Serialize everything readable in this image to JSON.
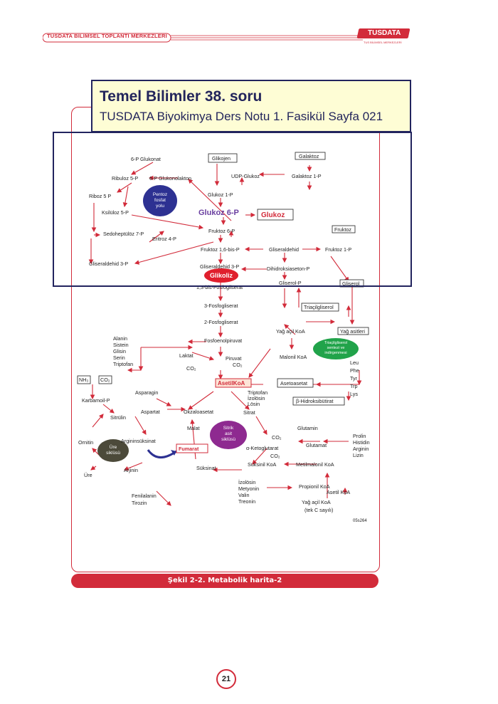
{
  "header": {
    "title": "TUSDATA BİLİMSEL TOPLANTI MERKEZLERİ",
    "logo_text": "TUSDATA",
    "logo_sub": "TUS BİLİMSEL MERKEZLERİ"
  },
  "question": {
    "title": "Temel Bilimler 38. soru",
    "subtitle": "TUSDATA Biyokimya Ders Notu 1. Fasikül Sayfa 021"
  },
  "diagram": {
    "code": "05s264",
    "circles": {
      "pentoz": "Pentoz fosfat yolu",
      "pentoz_l1": "Pentoz",
      "pentoz_l2": "fosfat",
      "pentoz_l3": "yolu",
      "glikoliz": "Glikoliz",
      "sitrik_l1": "Sitrik",
      "sitrik_l2": "asit",
      "sitrik_l3": "siklüsü",
      "ure_l1": "Üre",
      "ure_l2": "siklüsü",
      "tg_l1": "Triaçilgliserol",
      "tg_l2": "sentezi ve",
      "tg_l3": "indirgenmesi"
    },
    "labels": {
      "glukonat": "6-P Glukonat",
      "ribuloz": "Ribuloz 5-P",
      "glukonolakton": "6-P Glukonolakton",
      "riboz": "Riboz 5 P",
      "ksiluloz": "Ksilüloz 5-P",
      "sedoheptuloz": "Sedoheptülöz 7-P",
      "eritroz": "Eritroz 4-P",
      "gliseraldehid3p": "Gliseraldehid 3-P",
      "glikojen": "Glikojen",
      "udp": "UDP-Glukoz",
      "galaktoz": "Galaktoz",
      "galaktoz1p": "Galaktoz 1-P",
      "glukoz1p": "Glukoz 1-P",
      "glukoz6p": "Glukoz 6-P",
      "glukoz": "Glukoz",
      "fruktoz6p": "Fruktoz 6-P",
      "fruktoz": "Fruktoz",
      "fruktozbis": "Fruktoz 1,6-bis-P",
      "gliseraldehid": "Gliseraldehid",
      "fruktoz1p": "Fruktoz 1-P",
      "gliseraldehid3p2": "Gliseraldehid 3-P",
      "dihidroksi": "Dihidroksiaseton-P",
      "gliserol3p": "Gliserol-P",
      "gliserol": "Gliserol",
      "bisfosfo": "1,3-bis-Fosfogliserat",
      "fosfo3": "3-Fosfogliserat",
      "fosfo2": "2-Fosfogliserat",
      "pep": "Fosfoenolpiruvat",
      "triacil": "Triaçilgliserol",
      "yagkoa": "Yağ açil KoA",
      "yagasit": "Yağ asitleri",
      "alanin": "Alanin",
      "sistein": "Sistein",
      "glisin": "Glisin",
      "serin": "Serin",
      "triptofan": "Triptofan",
      "laktat": "Laktat",
      "piruvat": "Piruvat",
      "co2a": "CO₂",
      "co2b": "CO₂",
      "malonil": "Malonil KoA",
      "leu": "Leu",
      "phe": "Phe",
      "tyr": "Tyr",
      "trp": "Trp",
      "lys": "Lys",
      "nh3": "NH₃",
      "co2c": "CO₂",
      "karbamoil": "Karbamoil-P",
      "asparagin": "Asparagin",
      "aspartat": "Aspartat",
      "oksaloasetat": "Okzaloasetat",
      "asetilkoa": "AsetilKoA",
      "asetoasetat": "Asetoasetat",
      "triptofan2": "Triptofan",
      "izolosin": "İzolösin",
      "losin": "Lösin",
      "hidroksi": "β-Hidroksibütirat",
      "sitrulin": "Sitrülin",
      "arginin_suks": "Argininsüksinat",
      "ornitin": "Ornitin",
      "ure": "Üre",
      "arjinin": "Arjinin",
      "sitrat": "Sitrat",
      "malat": "Malat",
      "fumarat": "Fumarat",
      "glutamin": "Glutamin",
      "co2d": "CO₂",
      "ketoglu": "α-Ketoglutarat",
      "glutamat": "Glutamat",
      "co2e": "CO₂",
      "prolin": "Prolin",
      "histidin": "Histidin",
      "arginin": "Arginin",
      "lizin": "Lizin",
      "suksinat": "Süksinat",
      "suksinil": "Süksinil KoA",
      "metilmalonil": "Metilmalonil KoA",
      "izolosin2": "İzolösin",
      "metiyonin": "Metyonin",
      "valin": "Valin",
      "treonin": "Treonin",
      "propionil": "Propionil KoA",
      "asetil2": "Asetil KoA",
      "yagkoa2": "Yağ açil KoA",
      "tekc": "(tek C sayılı)",
      "fenilalanin": "Fenilalanin",
      "tirozin": "Tirozin"
    }
  },
  "caption": "Şekil 2-2. Metabolik harita-2",
  "page_number": "21",
  "colors": {
    "accent": "#d22b3a",
    "navy": "#22245e",
    "qbox_bg": "#fefdd5",
    "pentoz": "#2d3192",
    "glikoliz": "#e01f2d",
    "sitrik": "#8e2a90",
    "ure": "#4c4a3a",
    "tg": "#21a34a"
  }
}
